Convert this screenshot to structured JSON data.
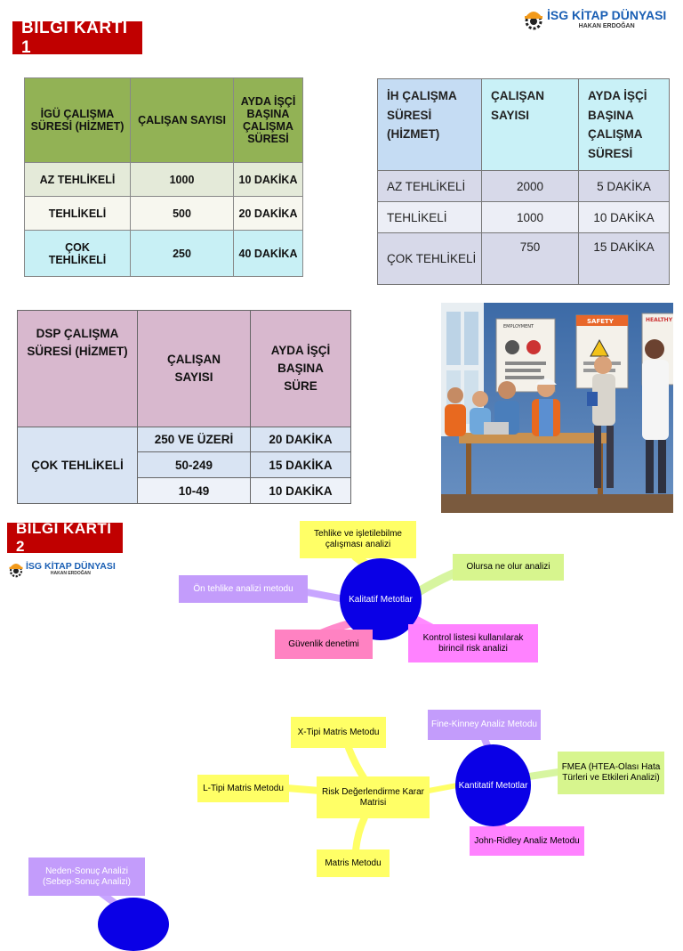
{
  "header": {
    "logo_brand": "İSG KİTAP DÜNYASI",
    "logo_author": "HAKAN ERDOĞAN"
  },
  "card1": {
    "banner": "BİLGİ KARTI 1",
    "igu_table": {
      "headers": [
        "İGÜ ÇALIŞMA SÜRESİ (HİZMET)",
        "ÇALIŞAN SAYISI",
        "AYDA İŞÇİ BAŞINA ÇALIŞMA SÜRESİ"
      ],
      "rows": [
        [
          "AZ TEHLİKELİ",
          "1000",
          "10 DAKİKA"
        ],
        [
          "TEHLİKELİ",
          "500",
          "20 DAKİKA"
        ],
        [
          "ÇOK TEHLİKELİ",
          "250",
          "40 DAKİKA"
        ]
      ]
    },
    "ih_table": {
      "headers": [
        "İH ÇALIŞMA SÜRESİ (HİZMET)",
        "ÇALIŞAN SAYISI",
        "AYDA İŞÇİ BAŞINA ÇALIŞMA SÜRESİ"
      ],
      "rows": [
        [
          "AZ TEHLİKELİ",
          "2000",
          "5 DAKİKA"
        ],
        [
          "TEHLİKELİ",
          "1000",
          "10 DAKİKA"
        ],
        [
          "ÇOK TEHLİKELİ",
          "750",
          "15 DAKİKA"
        ]
      ]
    },
    "dsp_table": {
      "headers": [
        "DSP ÇALIŞMA SÜRESİ (HİZMET)",
        "ÇALIŞAN SAYISI",
        "AYDA İŞÇİ BAŞINA SÜRE"
      ],
      "row_label": "ÇOK TEHLİKELİ",
      "rows": [
        [
          "250 VE ÜZERİ",
          "20 DAKİKA"
        ],
        [
          "50-249",
          "15 DAKİKA"
        ],
        [
          "10-49",
          "10 DAKİKA"
        ]
      ]
    },
    "illustration": {
      "poster_employment": "EMPLOYMENT",
      "poster_safety": "SAFETY",
      "poster_health": "HEALTHY"
    }
  },
  "card2": {
    "banner": "BİLGİ KARTI 2",
    "qualitative": {
      "center": "Kalitatif Metotlar",
      "hazop": "Tehlike ve işletilebilme çalışması analizi",
      "whatif": "Olursa ne olur analizi",
      "pha": "Ön tehlike analizi metodu",
      "audit": "Güvenlik denetimi",
      "checklist": "Kontrol listesi kullanılarak birincil risk analizi"
    },
    "matrix": {
      "center": "Risk Değerlendirme Karar Matrisi",
      "x": "X-Tipi Matris Metodu",
      "l": "L-Tipi Matris Metodu",
      "m": "Matris Metodu"
    },
    "quantitative": {
      "center": "Kantitatif Metotlar",
      "fine": "Fine-Kinney Analiz Metodu",
      "fmea": "FMEA (HTEA-Olası Hata Türleri ve Etkileri Analizi)",
      "john": "John-Ridley Analiz Metodu"
    },
    "cause": "Neden-Sonuç Analizi (Sebep-Sonuç Analizi)"
  }
}
